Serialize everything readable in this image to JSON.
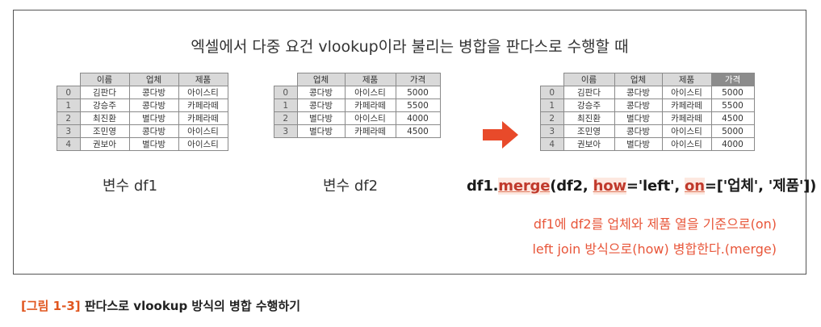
{
  "title": "엑셀에서 다중 요건 vlookup이라 불리는 병합을 판다스로 수행할 때",
  "df1": {
    "label": "변수 df1",
    "columns": [
      "이름",
      "업체",
      "제품"
    ],
    "rows": [
      {
        "idx": "0",
        "cells": [
          "김판다",
          "콩다방",
          "아이스티"
        ]
      },
      {
        "idx": "1",
        "cells": [
          "강승주",
          "콩다방",
          "카페라떼"
        ]
      },
      {
        "idx": "2",
        "cells": [
          "최진환",
          "별다방",
          "카페라떼"
        ]
      },
      {
        "idx": "3",
        "cells": [
          "조민영",
          "콩다방",
          "아이스티"
        ]
      },
      {
        "idx": "4",
        "cells": [
          "권보아",
          "별다방",
          "아이스티"
        ]
      }
    ]
  },
  "df2": {
    "label": "변수 df2",
    "columns": [
      "업체",
      "제품",
      "가격"
    ],
    "rows": [
      {
        "idx": "0",
        "cells": [
          "콩다방",
          "아이스티",
          "5000"
        ]
      },
      {
        "idx": "1",
        "cells": [
          "콩다방",
          "카페라떼",
          "5500"
        ]
      },
      {
        "idx": "2",
        "cells": [
          "별다방",
          "아이스티",
          "4000"
        ]
      },
      {
        "idx": "3",
        "cells": [
          "별다방",
          "카페라떼",
          "4500"
        ]
      }
    ]
  },
  "result": {
    "columns": [
      "이름",
      "업체",
      "제품",
      "가격"
    ],
    "rows": [
      {
        "idx": "0",
        "cells": [
          "김판다",
          "콩다방",
          "아이스티",
          "5000"
        ]
      },
      {
        "idx": "1",
        "cells": [
          "강승주",
          "콩다방",
          "카페라떼",
          "5500"
        ]
      },
      {
        "idx": "2",
        "cells": [
          "최진환",
          "별다방",
          "카페라떼",
          "4500"
        ]
      },
      {
        "idx": "3",
        "cells": [
          "조민영",
          "콩다방",
          "아이스티",
          "5000"
        ]
      },
      {
        "idx": "4",
        "cells": [
          "권보아",
          "별다방",
          "아이스티",
          "4000"
        ]
      }
    ]
  },
  "code": {
    "p1": "df1.",
    "merge": "merge",
    "p2": "(df2, ",
    "how": "how",
    "p3": "='left', ",
    "on": "on",
    "p4": "=['업체', '제품'])"
  },
  "notes": {
    "line1": "df1에 df2를 업체와 제품 열을 기준으로(on)",
    "line2": "left join 방식으로(how) 병합한다.(merge)"
  },
  "caption": {
    "number": "[그림 1-3]",
    "text": " 판다스로 vlookup 방식의 병합 수행하기"
  },
  "colors": {
    "accent": "#e8563a",
    "arrow": "#e84a2a",
    "header_bg": "#d9d9d9",
    "highlight_header_bg": "#8c8c8c"
  },
  "icons": [
    "right-arrow-icon"
  ]
}
